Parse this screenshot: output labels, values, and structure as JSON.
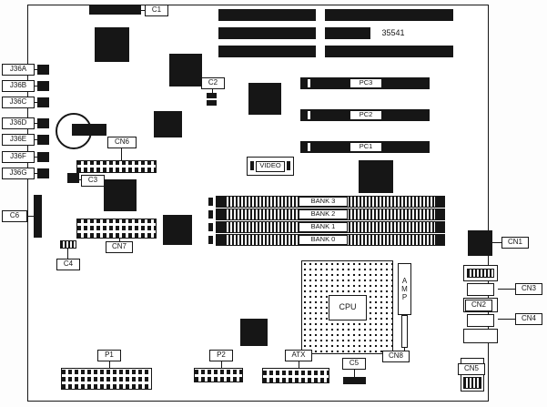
{
  "diagram": {
    "part_number": "35541"
  },
  "colors": {
    "ink": "#161616",
    "board": "#ffffff"
  },
  "callouts": {
    "c1": "C1",
    "c2": "C2",
    "c3": "C3",
    "c4": "C4",
    "c5": "C5",
    "c6": "C6",
    "cn1": "CN1",
    "cn2": "CN2",
    "cn3": "CN3",
    "cn4": "CN4",
    "cn5": "CN5",
    "cn6": "CN6",
    "cn7": "CN7",
    "cn8": "CN8",
    "p1": "P1",
    "p2": "P2",
    "atx": "ATX",
    "video": "VIDEO",
    "cpu": "CPU",
    "amp": "AMP"
  },
  "edge_connectors": [
    {
      "label": "J36A"
    },
    {
      "label": "J36B"
    },
    {
      "label": "J36C"
    },
    {
      "label": "J36D"
    },
    {
      "label": "J36E"
    },
    {
      "label": "J36F"
    },
    {
      "label": "J36G"
    }
  ],
  "pci_slots": [
    {
      "label": "PC3"
    },
    {
      "label": "PC2"
    },
    {
      "label": "PC1"
    }
  ],
  "memory_banks": [
    {
      "label": "BANK 3"
    },
    {
      "label": "BANK 2"
    },
    {
      "label": "BANK 1"
    },
    {
      "label": "BANK 0"
    }
  ]
}
